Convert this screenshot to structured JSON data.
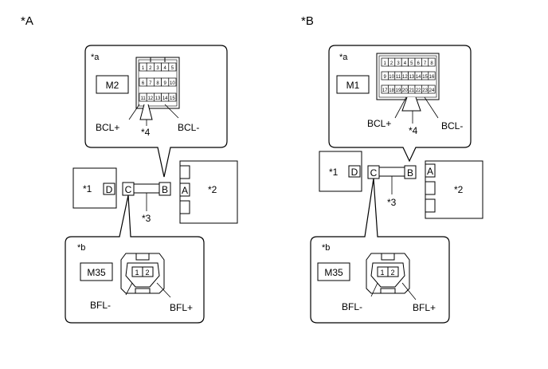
{
  "panels": [
    {
      "label": "*A",
      "callout_a": {
        "label": "*a",
        "connector": "M2",
        "pins": [
          "1",
          "2",
          "3",
          "4",
          "5",
          "6",
          "7",
          "8",
          "9",
          "10",
          "11",
          "12",
          "13",
          "14",
          "15"
        ],
        "left_wire": "BCL+",
        "right_wire": "BCL-",
        "pointer": "*4"
      },
      "callout_b": {
        "label": "*b",
        "connector": "M35",
        "pins": [
          "1",
          "2"
        ],
        "left_wire": "BFL-",
        "right_wire": "BFL+"
      },
      "harness": {
        "left_box": "*1",
        "left_pin": "D",
        "mid_left": "C",
        "mid_right": "B",
        "right_pin": "A",
        "right_box": "*2",
        "harness_label": "*3"
      }
    },
    {
      "label": "*B",
      "callout_a": {
        "label": "*a",
        "connector": "M1",
        "pins": [
          "1",
          "2",
          "3",
          "4",
          "5",
          "6",
          "7",
          "8",
          "9",
          "10",
          "11",
          "12",
          "13",
          "14",
          "15",
          "16",
          "17",
          "18",
          "19",
          "20",
          "21",
          "22",
          "23",
          "24"
        ],
        "left_wire": "BCL+",
        "right_wire": "BCL-",
        "pointer": "*4"
      },
      "callout_b": {
        "label": "*b",
        "connector": "M35",
        "pins": [
          "1",
          "2"
        ],
        "left_wire": "BFL-",
        "right_wire": "BFL+"
      },
      "harness": {
        "left_box": "*1",
        "left_pin": "D",
        "mid_left": "C",
        "mid_right": "B",
        "right_pin": "A",
        "right_box": "*2",
        "harness_label": "*3"
      }
    }
  ]
}
